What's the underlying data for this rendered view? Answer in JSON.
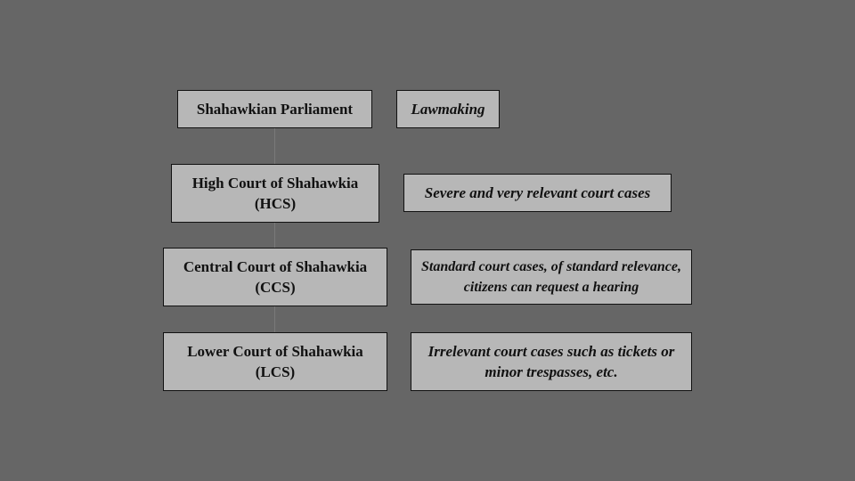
{
  "diagram": {
    "levels": [
      {
        "name": "Shahawkian Parliament",
        "description": "Lawmaking"
      },
      {
        "name": "High Court of Shahawkia (HCS)",
        "description": "Severe and very relevant court cases"
      },
      {
        "name": "Central Court of Shahawkia (CCS)",
        "description": "Standard court cases, of standard relevance, citizens can request a hearing"
      },
      {
        "name": "Lower Court of Shahawkia (LCS)",
        "description": "Irrelevant court cases such as tickets or minor trespasses, etc."
      }
    ]
  }
}
